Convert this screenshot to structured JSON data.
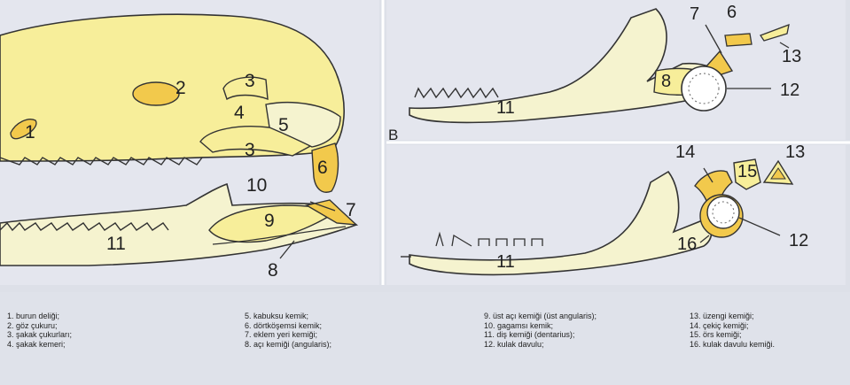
{
  "labels": {
    "a": [
      "1",
      "2",
      "3",
      "4",
      "5",
      "3",
      "6",
      "10",
      "9",
      "7",
      "11",
      "8"
    ],
    "section_b": "B",
    "b_top": [
      "7",
      "6",
      "13",
      "8",
      "12",
      "11"
    ],
    "b_bottom": [
      "14",
      "15",
      "13",
      "12",
      "16",
      "11"
    ]
  },
  "legend": {
    "col1": [
      "1. burun deliği;",
      "2. göz çukuru;",
      "3. şakak çukurları;",
      "4. şakak kemeri;"
    ],
    "col2": [
      "5. kabuksu kemik;",
      "6. dörtköşemsi kemik;",
      "7. eklem yeri kemiği;",
      "8. açı kemiği (angularis);"
    ],
    "col3": [
      "9. üst açı kemiği (üst angularis);",
      "10. gagamsı kemik;",
      "11. diş kemiği (dentarius);",
      "12. kulak davulu;"
    ],
    "col4": [
      "13. üzengi kemiği;",
      "14. çekiç kemiği;",
      "15. örs kemiği;",
      "16. kulak davulu kemiği."
    ]
  },
  "colors": {
    "bone_yellow": "#f7ee9a",
    "bone_dark": "#f2c94c",
    "bone_pale": "#f5f3cf",
    "background": "#dde0e8",
    "line": "#333333"
  }
}
